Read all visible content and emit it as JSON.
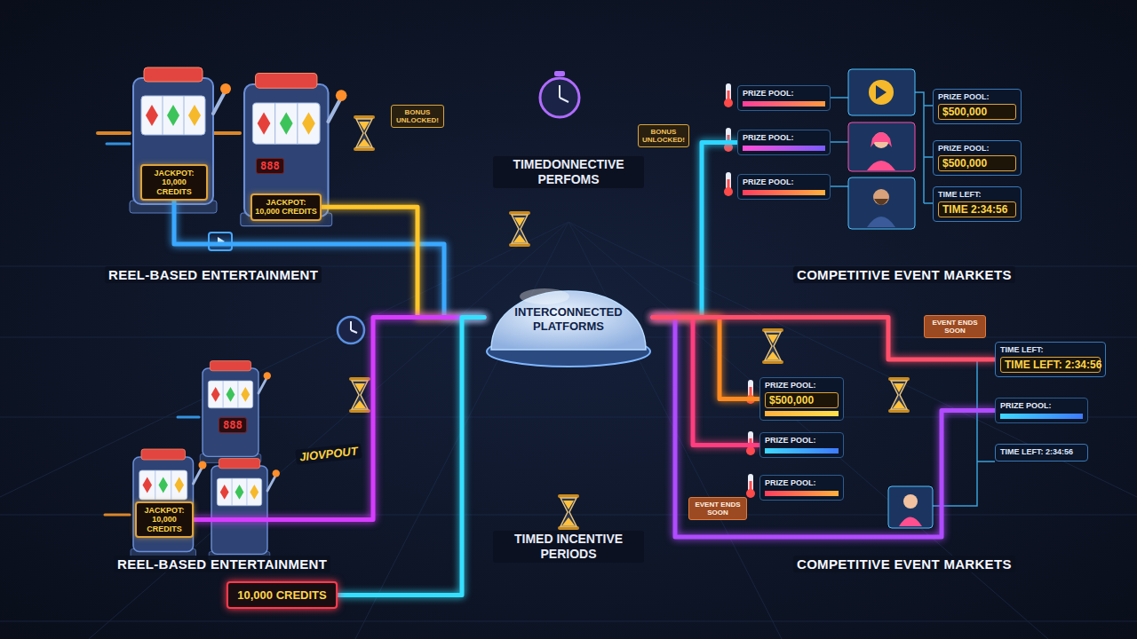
{
  "diagram": {
    "nodes": [
      {
        "text": [
          "INTERCONNECTED PLATFORMS"
        ]
      },
      {
        "text": [
          "JACKPOT: 10,000 CREDITS"
        ]
      },
      {
        "text": [
          "JACKPOT: 10,000 CREDITS"
        ]
      },
      {
        "text": [
          "JACKPOT: 10,000 CREDITS"
        ]
      },
      {
        "text": [
          "10,000 CREDITS"
        ]
      },
      {
        "text": [
          "BONUS UNLOCKED!"
        ]
      },
      {
        "text": [
          "BONUS UNLOCKED!"
        ]
      },
      {
        "text": [
          "EVENT ENDS SOON"
        ]
      },
      {
        "text": [
          "EVENT ENDS SOON"
        ]
      },
      {
        "text": [
          "PRIZE POOL:"
        ]
      },
      {
        "text": [
          "PRIZE POOL:"
        ]
      },
      {
        "text": [
          "PRIZE POOL:"
        ]
      },
      {
        "text": [
          "PRIZE POOL:",
          "$500,000"
        ]
      },
      {
        "text": [
          "PRIZE POOL:",
          "$500,000"
        ]
      },
      {
        "text": [
          "TIME LEFT:",
          "TIME 2:34:56"
        ]
      },
      {
        "text": [
          "PRIZE POOL:",
          "$500,000"
        ]
      },
      {
        "text": [
          "PRIZE POOL:"
        ]
      },
      {
        "text": [
          "PRIZE POOL:"
        ]
      },
      {
        "text": [
          "TIME LEFT:",
          "TIME LEFT: 2:34:56"
        ]
      },
      {
        "text": [
          "PRIZE POOL:"
        ]
      },
      {
        "text": [
          "TIME LEFT: 2:34:56"
        ]
      }
    ],
    "edges": [
      {
        "from": 1,
        "to": 0,
        "arrow": "none"
      },
      {
        "from": 2,
        "to": 0,
        "arrow": "none"
      },
      {
        "from": 3,
        "to": 0,
        "arrow": "none"
      },
      {
        "from": 4,
        "to": 0,
        "arrow": "none"
      },
      {
        "from": 0,
        "to": 10,
        "arrow": "none"
      },
      {
        "from": 0,
        "to": 15,
        "arrow": "none"
      },
      {
        "from": 0,
        "to": 16,
        "arrow": "none"
      },
      {
        "from": 0,
        "to": 19,
        "arrow": "none"
      },
      {
        "from": 0,
        "to": 18,
        "arrow": "none"
      }
    ],
    "labels": [
      "REEL-BASED ENTERTAINMENT",
      "REEL-BASED ENTERTAINMENT",
      "COMPETITIVE EVENT MARKETS",
      "COMPETITIVE EVENT MARKETS",
      "TIMEDONNECTIVE PERFOMS",
      "TIMED INCENTIVE PERIODS",
      "JIOVPOUT",
      "888",
      "888"
    ]
  }
}
